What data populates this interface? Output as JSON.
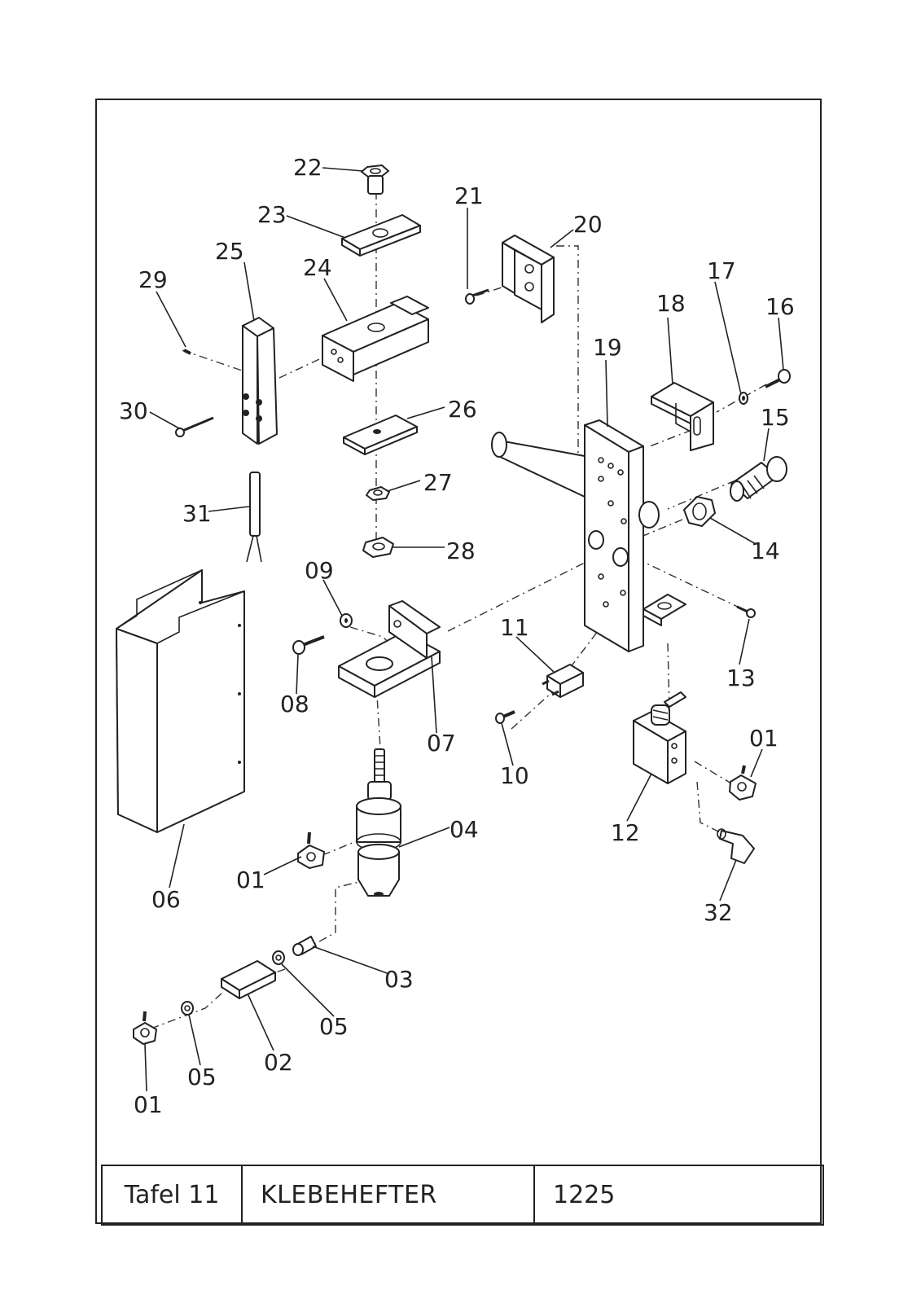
{
  "title_block": {
    "plate": "Tafel 11",
    "name": "KLEBEHEFTER",
    "number": "1225"
  },
  "callouts": {
    "c22": "22",
    "c23": "23",
    "c21": "21",
    "c20": "20",
    "c25": "25",
    "c24": "24",
    "c29": "29",
    "c17": "17",
    "c18": "18",
    "c16": "16",
    "c19": "19",
    "c30": "30",
    "c26": "26",
    "c15": "15",
    "c27": "27",
    "c31": "31",
    "c28": "28",
    "c14": "14",
    "c09": "09",
    "c11": "11",
    "c13": "13",
    "c08": "08",
    "c07": "07",
    "c10": "10",
    "c01a": "01",
    "c04": "04",
    "c12": "12",
    "c01b": "01",
    "c06": "06",
    "c32": "32",
    "c03": "03",
    "c05a": "05",
    "c02": "02",
    "c05b": "05",
    "c01c": "01"
  }
}
